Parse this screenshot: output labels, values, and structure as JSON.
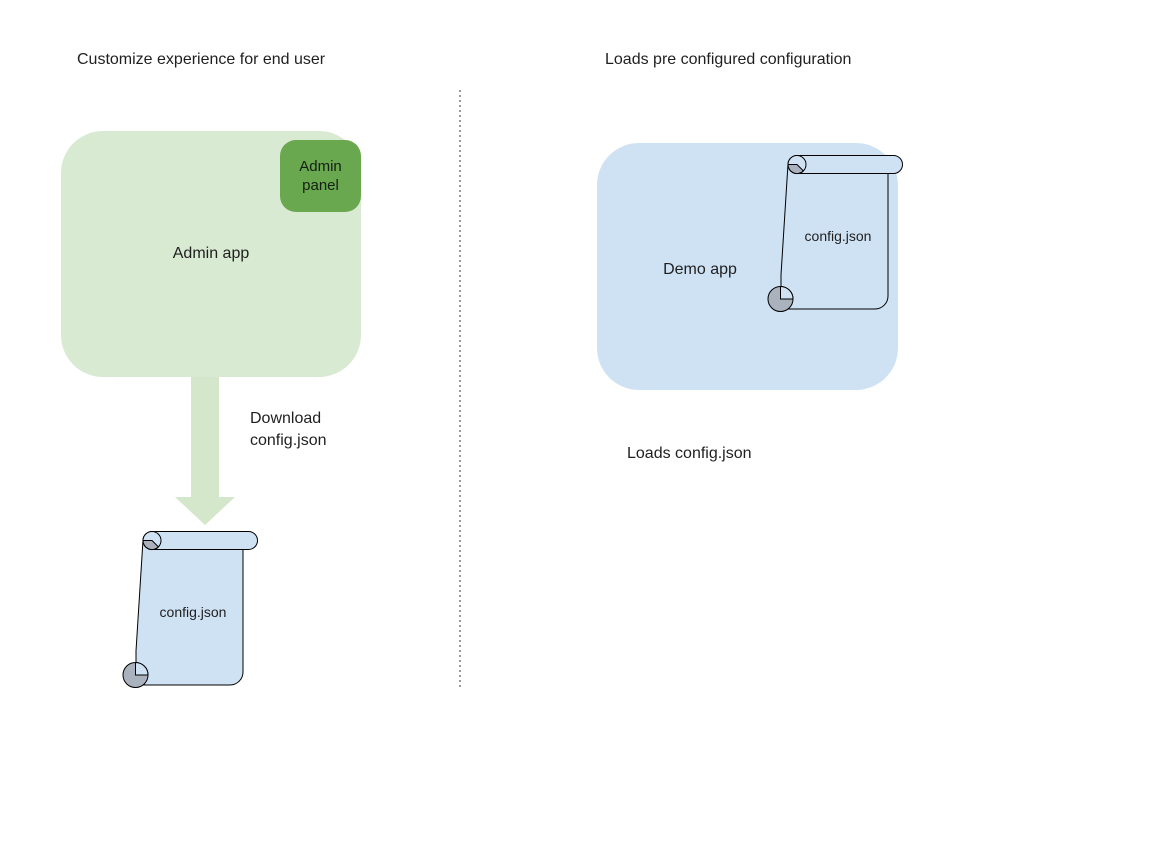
{
  "colors": {
    "light_green": "#d9ead3",
    "dark_green": "#6aa84f",
    "light_blue": "#cfe2f3",
    "arrow_green": "#d5e7cb",
    "curl_gray": "#a9b2bd",
    "divider_gray": "#9a9a9a",
    "text": "#1f1f1f"
  },
  "left": {
    "title": "Customize experience for end user",
    "admin_app_label": "Admin app",
    "admin_panel_label": "Admin panel",
    "arrow_label": "Download config.json",
    "file_label": "config.json"
  },
  "right": {
    "title": "Loads pre configured configuration",
    "demo_app_label": "Demo app",
    "file_label": "config.json",
    "caption": "Loads config.json"
  }
}
